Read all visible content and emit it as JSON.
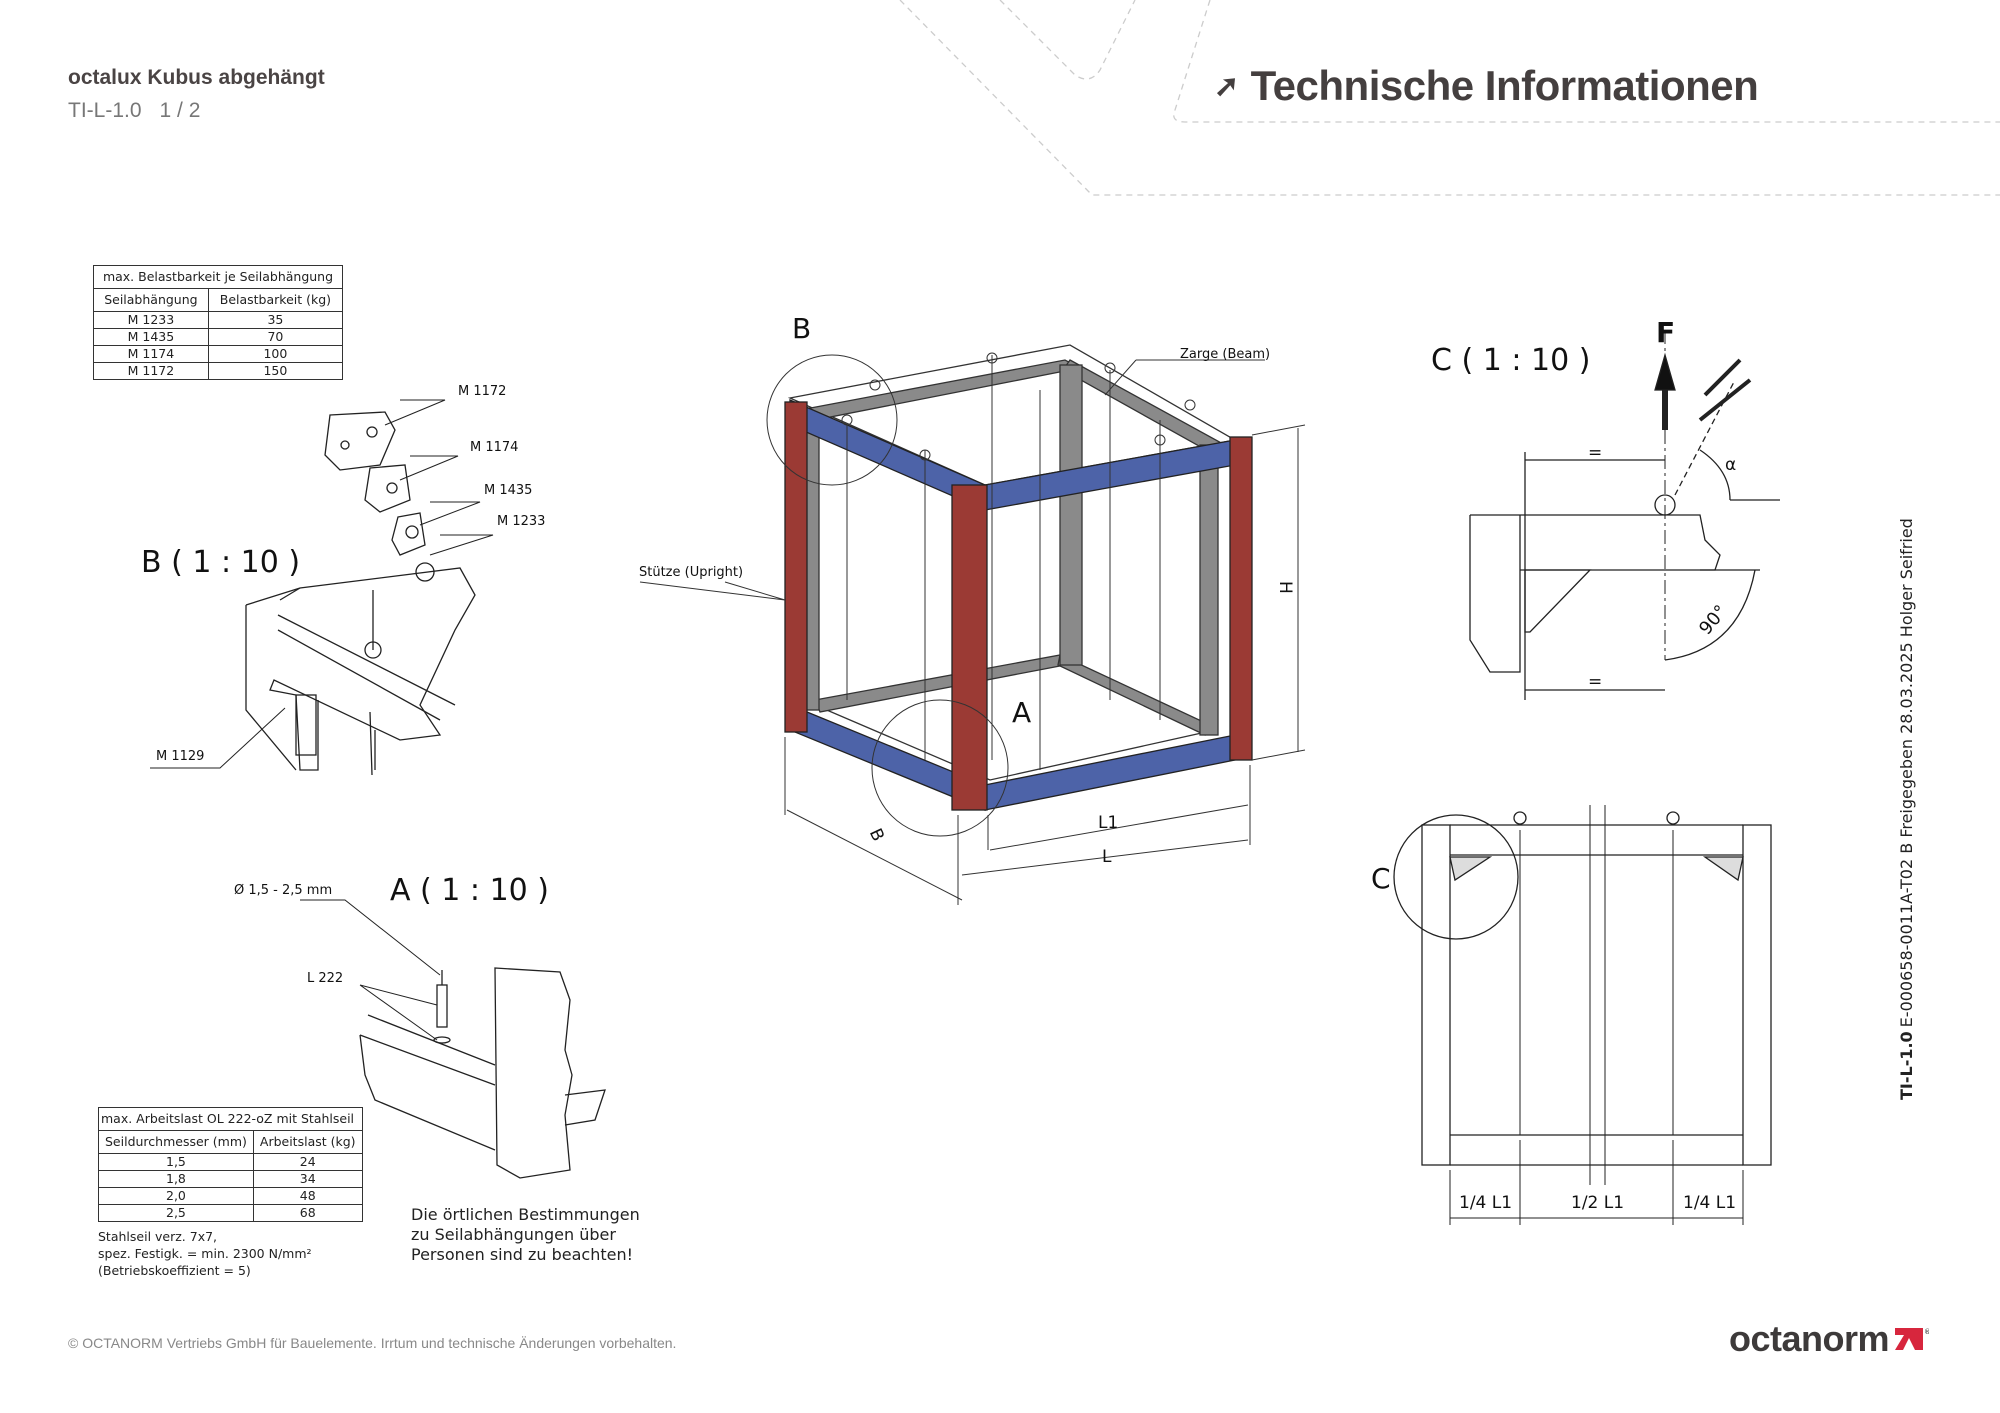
{
  "header": {
    "doc_title": "octalux Kubus abgehängt",
    "doc_code": "TI-L-1.0",
    "page": "1 / 2",
    "section_title": "Technische Informationen"
  },
  "load_table": {
    "caption": "max. Belastbarkeit je Seilabhängung",
    "columns": [
      "Seilabhängung",
      "Belastbarkeit (kg)"
    ],
    "rows": [
      [
        "M 1233",
        "35"
      ],
      [
        "M 1435",
        "70"
      ],
      [
        "M 1174",
        "100"
      ],
      [
        "M 1172",
        "150"
      ]
    ]
  },
  "work_table": {
    "caption": "max. Arbeitslast OL 222-oZ mit Stahlseil",
    "columns": [
      "Seildurchmesser (mm)",
      "Arbeitslast (kg)"
    ],
    "rows": [
      [
        "1,5",
        "24"
      ],
      [
        "1,8",
        "34"
      ],
      [
        "2,0",
        "48"
      ],
      [
        "2,5",
        "68"
      ]
    ],
    "notes": [
      "Stahlseil verz. 7x7,",
      "spez. Festigk. = min. 2300 N/mm²",
      "(Betriebskoeffizient = 5)"
    ]
  },
  "warning": [
    "Die örtlichen Bestimmungen",
    "zu Seilabhängungen über",
    "Personen sind zu beachten!"
  ],
  "drawing_labels": {
    "detail_b_title": "B ( 1 : 10 )",
    "m1172": "M 1172",
    "m1174": "M 1174",
    "m1435": "M 1435",
    "m1233": "M 1233",
    "m1129": "M 1129",
    "detail_a_title": "A ( 1 : 10 )",
    "diameter": "Ø 1,5 - 2,5 mm",
    "l222": "L 222",
    "cube_b": "B",
    "cube_a": "A",
    "beam": "Zarge (Beam)",
    "upright": "Stütze (Upright)",
    "dim_h": "H",
    "dim_l1": "L1",
    "dim_l": "L",
    "dim_b": "B",
    "detail_c_title": "C ( 1 : 10 )",
    "force": "F",
    "alpha": "α",
    "angle_90": "90°",
    "equal_top": "=",
    "equal_bottom": "=",
    "view_c": "C",
    "quarter_l1_left": "1/4 L1",
    "half_l1": "1/2 L1",
    "quarter_l1_right": "1/4 L1"
  },
  "side_stamp": {
    "code": "TI-L-1.0",
    "text": "E-000658-0011A-T02 B Freigegeben 28.03.2025 Holger Seifried"
  },
  "footer": {
    "copyright": "© OCTANORM Vertriebs GmbH für Bauelemente. Irrtum und technische Änderungen vorbehalten.",
    "logo_text": "octanorm"
  },
  "colors": {
    "upright": "#9b3a34",
    "beam": "#4d63a8",
    "frame": "#6e6e6e",
    "logo_red": "#d7263d"
  }
}
